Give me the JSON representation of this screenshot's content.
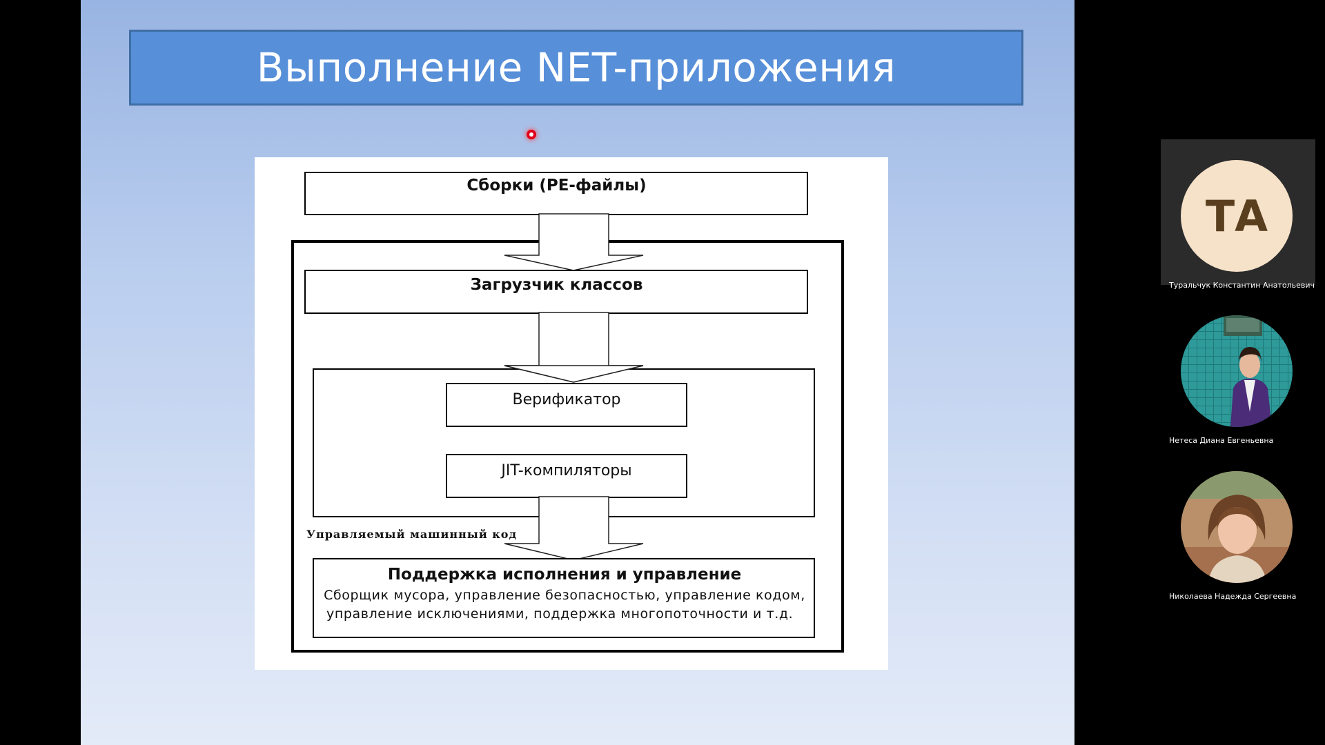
{
  "slide": {
    "title": "Выполнение NET-приложения"
  },
  "diagram": {
    "assemblies": "Сборки (PE-файлы)",
    "class_loader": "Загрузчик классов",
    "verifier": "Верификатор",
    "jit_compilers": "JIT-компиляторы",
    "managed_code": "Управляемый машинный код",
    "support_title": "Поддержка исполнения и управление",
    "support_line1": "Сборщик мусора, управление безопасностью, управление кодом,",
    "support_line2": "управление исключениями, поддержка многопоточности и т.д."
  },
  "participants": [
    {
      "initials": "ТА",
      "name": "Туральчук Константин Анатольевич"
    },
    {
      "name": "Нетеса Диана Евгеньевна"
    },
    {
      "name": "Николаева Надежда Сергеевна"
    }
  ],
  "colors": {
    "title_bar": "#578fd9",
    "pointer": "#e0001b",
    "avatar_bg": "#f6e2c9"
  }
}
